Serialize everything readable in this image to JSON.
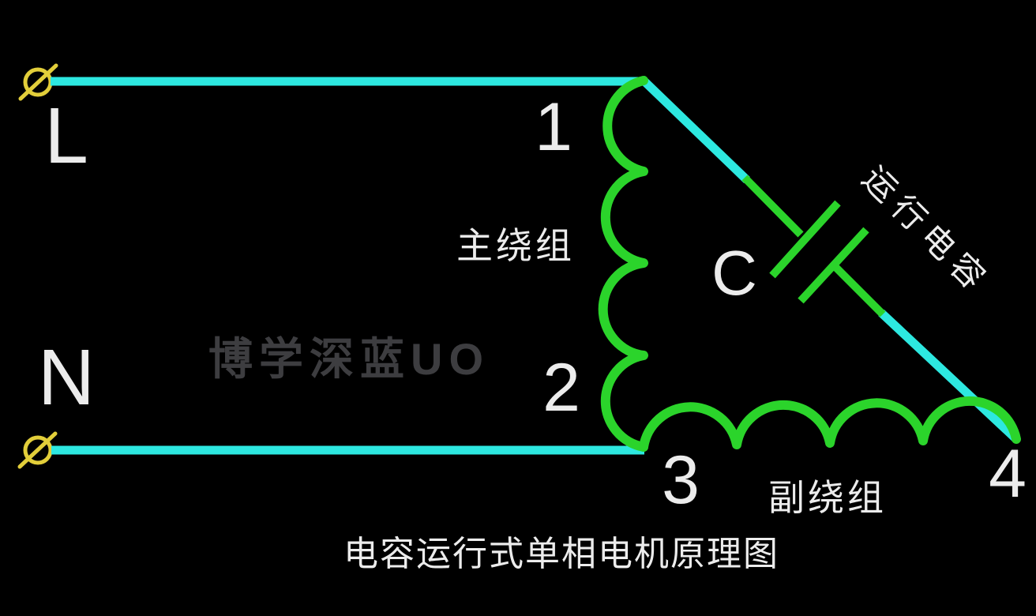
{
  "diagram": {
    "title": "电容运行式单相电机原理图",
    "watermark": "博学深蓝UO",
    "supply": {
      "live_label": "L",
      "neutral_label": "N"
    },
    "nodes": {
      "t1": "1",
      "t2": "2",
      "t3": "3",
      "t4": "4"
    },
    "main_winding": {
      "label": "主绕组"
    },
    "aux_winding": {
      "label": "副绕组"
    },
    "capacitor": {
      "designator": "C",
      "label": "运行电容"
    }
  },
  "colors": {
    "background": "#000000",
    "wire_cyan": "#2de8e0",
    "coil_green": "#2bd42b",
    "terminal_yellow": "#e2ce3a",
    "text_white": "#ececec",
    "watermark_gray": "#3d3d40"
  }
}
